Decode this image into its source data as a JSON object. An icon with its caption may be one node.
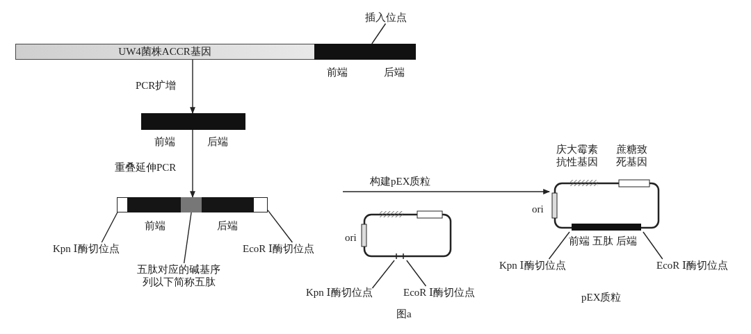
{
  "diagram": {
    "nodes": [
      {
        "text": [
          "UW4菌株ACCR基因"
        ],
        "beside": [
          "前端",
          "后端"
        ]
      },
      {
        "text": [
          "插入位点"
        ]
      },
      {
        "text": [],
        "shape": "bar",
        "beside": [
          "前端",
          "后端"
        ]
      },
      {
        "text": [],
        "shape": "bar",
        "beside": [
          "前端",
          "后端"
        ]
      },
      {
        "text": [
          "Kpn Ⅰ酶切位点"
        ]
      },
      {
        "text": [
          "五肽对应的碱基序列以下简称五肽"
        ]
      },
      {
        "text": [
          "EcoR Ⅰ酶切位点"
        ]
      },
      {
        "text": [],
        "shape": "circle",
        "beside": [
          "ori"
        ]
      },
      {
        "text": [
          "Kpn Ⅰ酶切位点"
        ]
      },
      {
        "text": [
          "EcoR Ⅰ酶切位点"
        ]
      },
      {
        "text": [],
        "shape": "circle",
        "beside": [
          "ori"
        ]
      },
      {
        "text": [
          "Kpn Ⅰ酶切位点"
        ]
      },
      {
        "text": [
          "EcoR Ⅰ酶切位点"
        ]
      }
    ],
    "edges": [
      {
        "from": 0,
        "to": 2,
        "arrow": "to",
        "label": "PCR扩增"
      },
      {
        "from": 2,
        "to": 3,
        "arrow": "to",
        "label": "重叠延伸PCR"
      },
      {
        "from": null,
        "to": 10,
        "arrow": "to",
        "label": "构建pEX质粒"
      },
      {
        "from": 1,
        "to": 0,
        "arrow": "none"
      },
      {
        "from": 4,
        "to": 3,
        "arrow": "none"
      },
      {
        "from": 5,
        "to": 3,
        "arrow": "none"
      },
      {
        "from": 6,
        "to": 3,
        "arrow": "none"
      },
      {
        "from": 8,
        "to": 7,
        "arrow": "none"
      },
      {
        "from": 9,
        "to": 7,
        "arrow": "none"
      },
      {
        "from": 11,
        "to": 10,
        "arrow": "none"
      },
      {
        "from": 12,
        "to": 10,
        "arrow": "none"
      }
    ],
    "labels": [
      "庆大霉素抗性基因",
      "蔗糖致死基因",
      "前端 五肽 后端",
      "pEX质粒",
      "图a"
    ]
  }
}
